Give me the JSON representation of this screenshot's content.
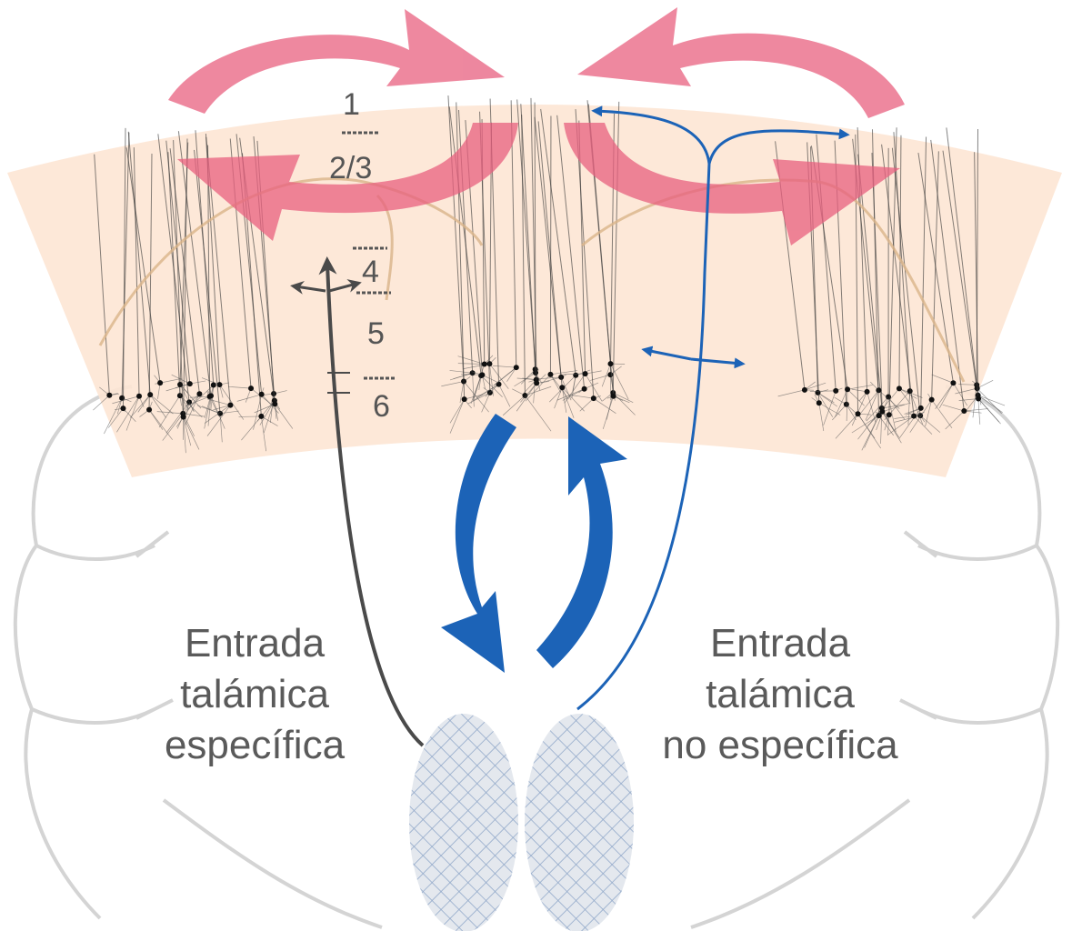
{
  "layers": [
    "1",
    "2/3",
    "4",
    "5",
    "6"
  ],
  "labels": {
    "specific": [
      "Entrada",
      "talámica",
      "específica"
    ],
    "nonspecific": [
      "Entrada",
      "talámica",
      "no específica"
    ]
  },
  "colors": {
    "cortex_band": "#fde6d4",
    "intracortical_arrows": "#e8607f",
    "thalamocortical_loop": "#1c63b7",
    "specific_pathway": "#4a4a4a",
    "brain_outline": "#d0d0d0",
    "thalamus_hatch": "#8ea6c8"
  }
}
